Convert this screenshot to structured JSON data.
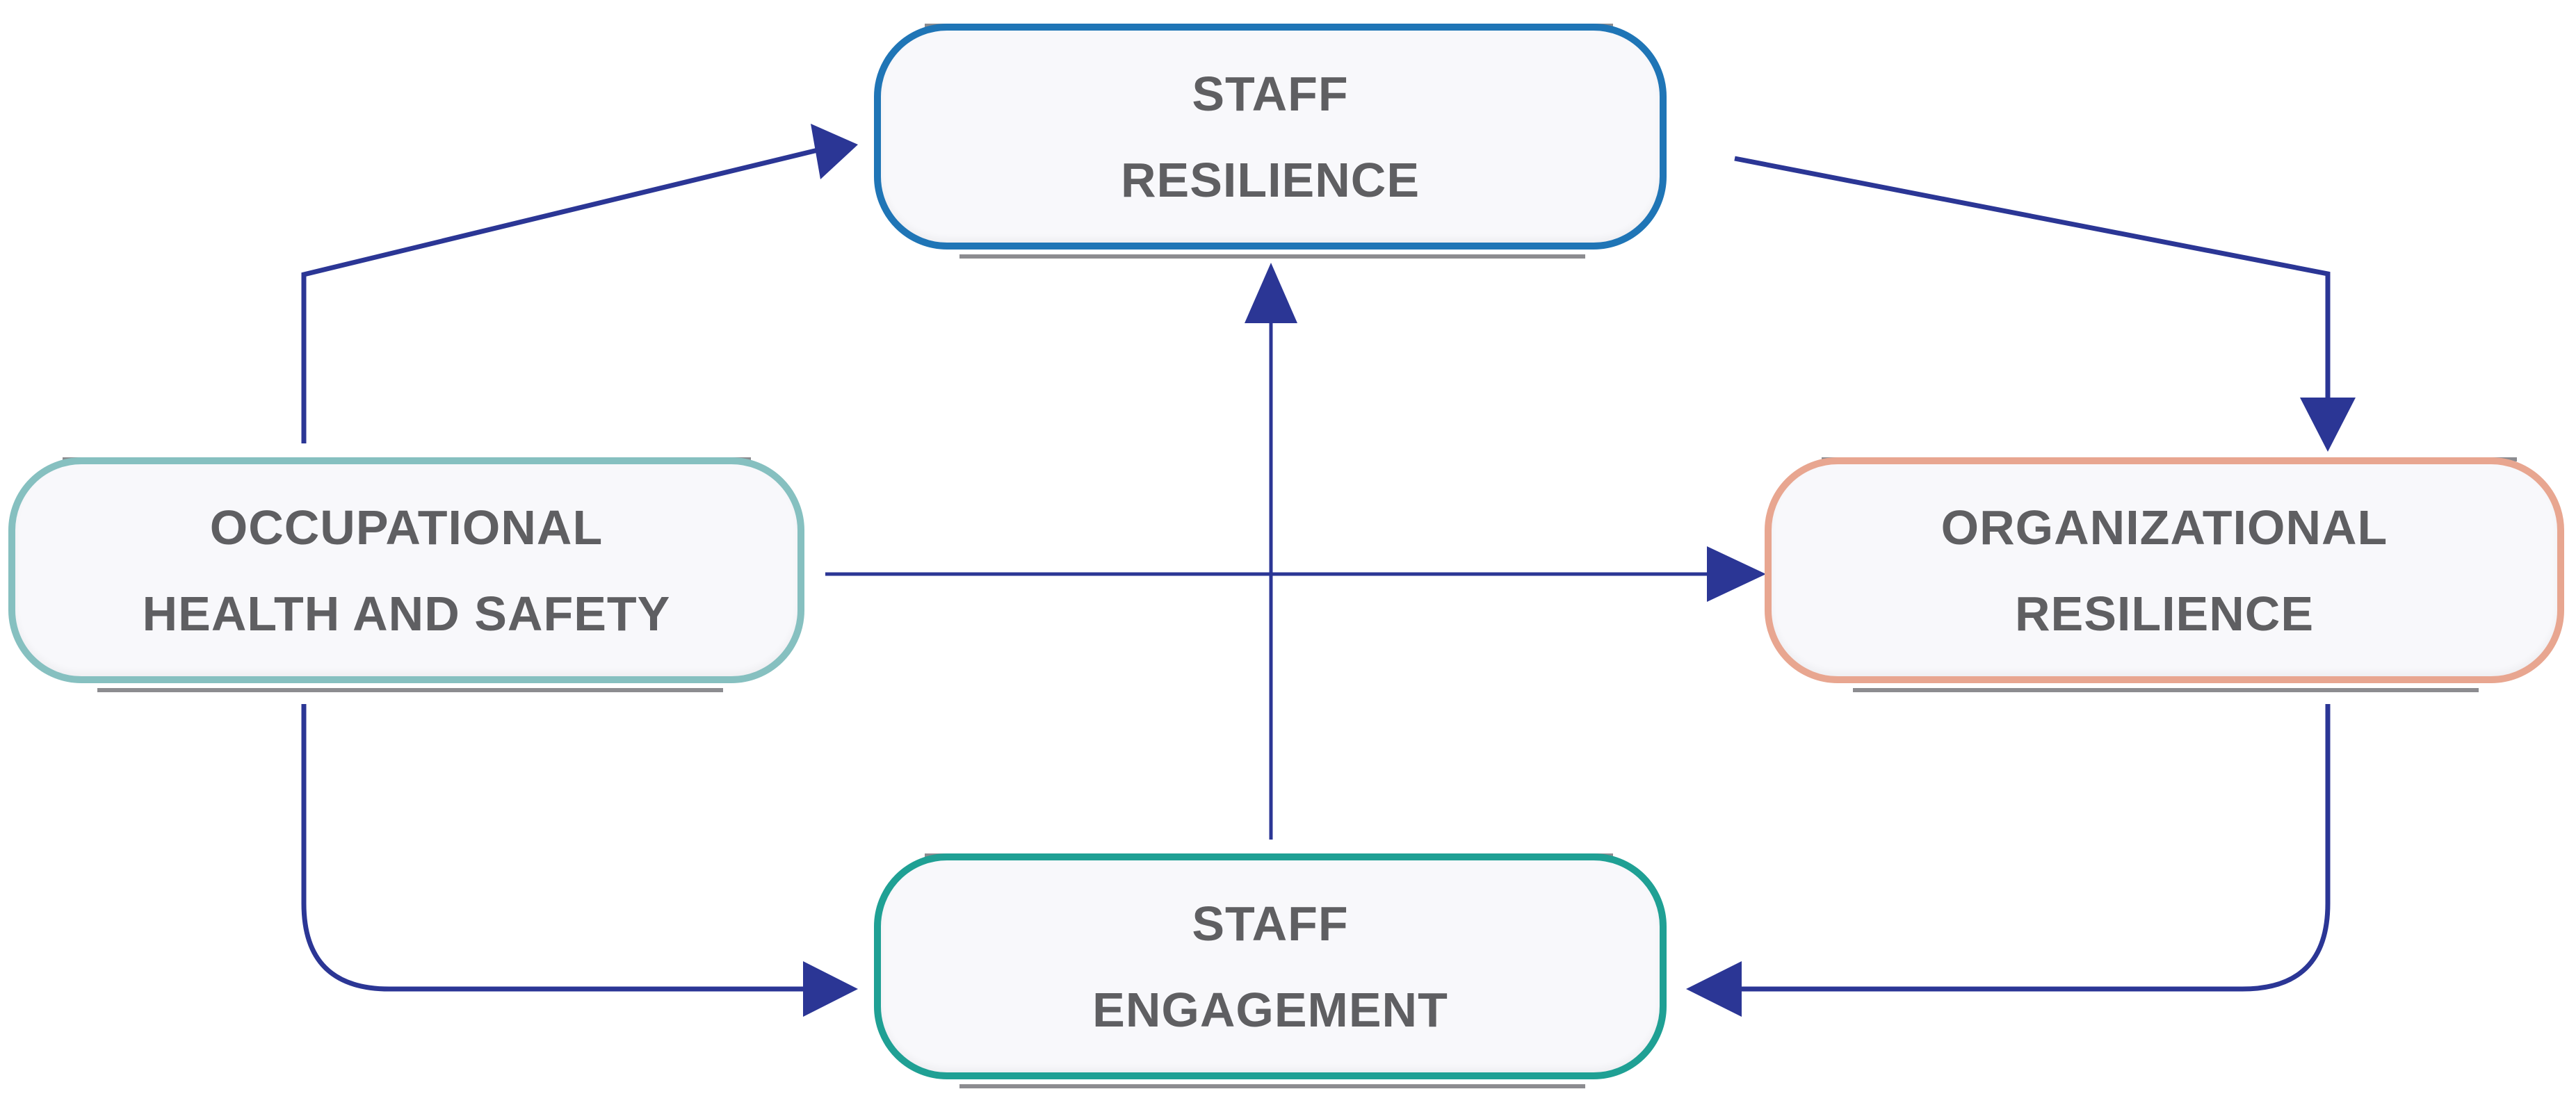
{
  "colors": {
    "arrow": "#2b3695",
    "staff_resilience_border": "#1f75b6",
    "occupational_border": "#86c0c0",
    "organizational_border": "#e8a690",
    "staff_engagement_border": "#1fa094",
    "label_text": "#5f5f62",
    "rule": "#8c8c90"
  },
  "nodes": {
    "staff_resilience": {
      "line1": "STAFF",
      "line2": "RESILIENCE"
    },
    "occupational": {
      "line1": "OCCUPATIONAL",
      "line2": "HEALTH AND SAFETY"
    },
    "organizational": {
      "line1": "ORGANIZATIONAL",
      "line2": "RESILIENCE"
    },
    "staff_engagement": {
      "line1": "STAFF",
      "line2": "ENGAGEMENT"
    }
  },
  "edges": [
    {
      "from": "occupational",
      "to": "staff_resilience"
    },
    {
      "from": "staff_resilience",
      "to": "organizational"
    },
    {
      "from": "occupational",
      "to": "organizational"
    },
    {
      "from": "staff_engagement",
      "to": "staff_resilience"
    },
    {
      "from": "occupational",
      "to": "staff_engagement"
    },
    {
      "from": "organizational",
      "to": "staff_engagement"
    }
  ]
}
